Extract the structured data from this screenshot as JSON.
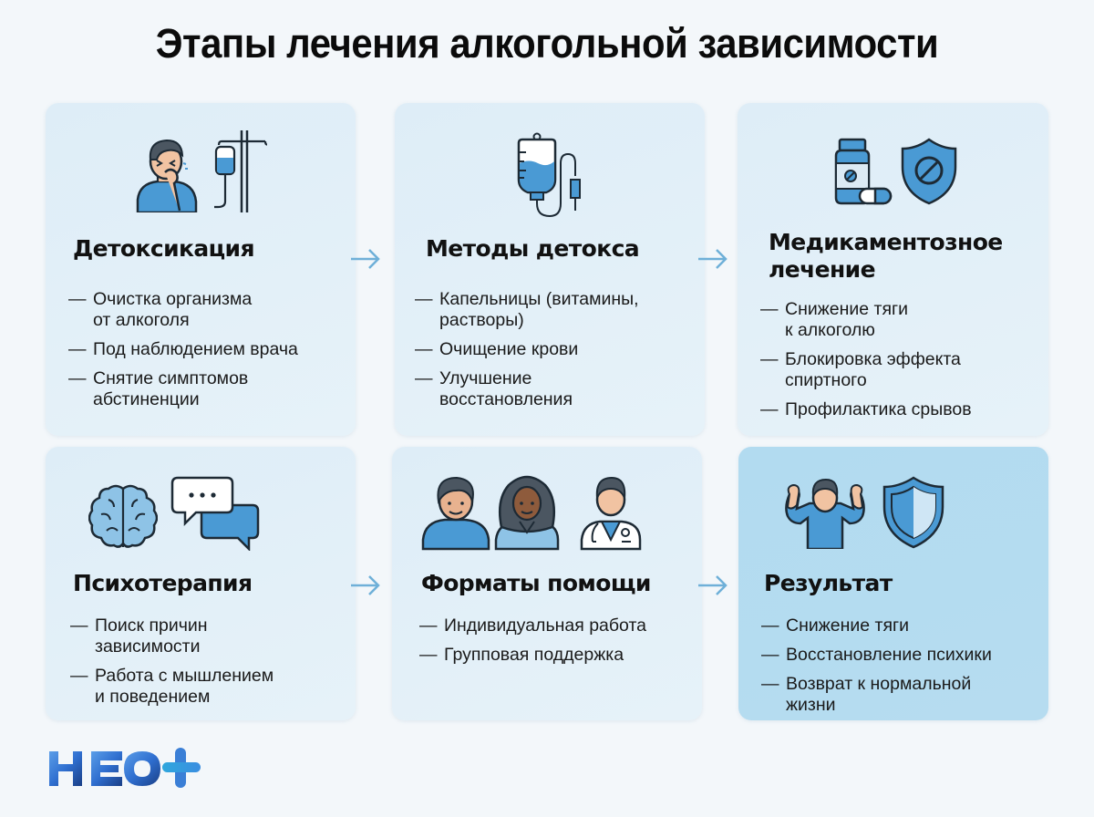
{
  "title": "Этапы лечения алкогольной зависимости",
  "colors": {
    "background": "#f3f7fa",
    "card": "#e0eef7",
    "card_highlight": "#b3dbf0",
    "accent": "#4a9ad4",
    "arrow": "#6fb0d8",
    "outline": "#1d2a35"
  },
  "cards": [
    {
      "title": "Детоксикация",
      "icons": [
        "sick-person-icon",
        "iv-drip-stand-icon"
      ],
      "items": [
        "Очистка организма\nот алкоголя",
        "Под наблюдением врача",
        "Снятие симптомов\nабстиненции"
      ]
    },
    {
      "title": "Методы детокса",
      "icons": [
        "iv-bag-icon"
      ],
      "items": [
        "Капельницы (витамины,\nрастворы)",
        "Очищение крови",
        "Улучшение\nвосстановления"
      ]
    },
    {
      "title": "Медикаментозное\nлечение",
      "icons": [
        "pill-bottle-icon",
        "shield-no-icon"
      ],
      "items": [
        "Снижение тяги\nк алкоголю",
        "Блокировка эффекта\nспиртного",
        "Профилактика срывов"
      ]
    },
    {
      "title": "Психотерапия",
      "icons": [
        "brain-icon",
        "chat-bubbles-icon"
      ],
      "items": [
        "Поиск причин\nзависимости",
        "Работа с мышлением\nи поведением"
      ]
    },
    {
      "title": "Форматы помощи",
      "icons": [
        "man-avatar-icon",
        "woman-avatar-icon",
        "doctor-avatar-icon"
      ],
      "items": [
        "Индивидуальная работа",
        "Групповая поддержка"
      ]
    },
    {
      "title": "Результат",
      "icons": [
        "strong-person-icon",
        "shield-icon"
      ],
      "items": [
        "Снижение тяги",
        "Восстановление психики",
        "Возврат к нормальной\nжизни"
      ]
    }
  ],
  "arrows": [
    "arrow-right-icon",
    "arrow-right-icon",
    "arrow-right-icon",
    "arrow-right-icon"
  ],
  "logo": {
    "text": "НЕО",
    "symbol": "+"
  }
}
